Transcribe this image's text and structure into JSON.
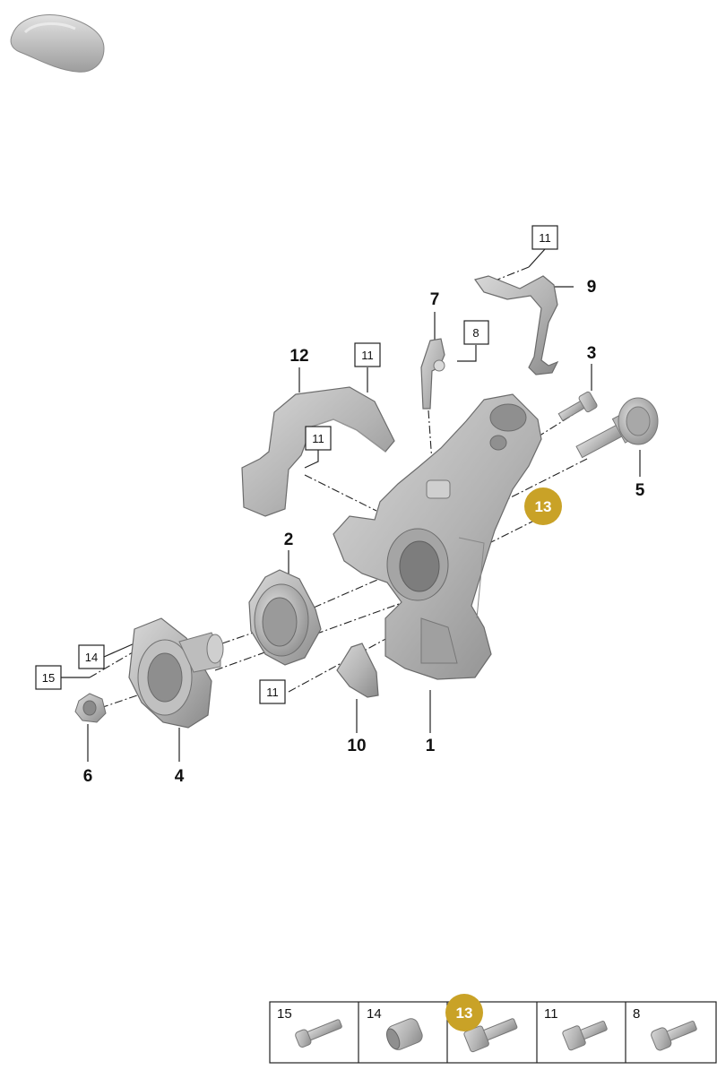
{
  "callouts": {
    "c1": "1",
    "c2": "2",
    "c3": "3",
    "c4": "4",
    "c5": "5",
    "c6": "6",
    "c7": "7",
    "c8": "8",
    "c9": "9",
    "c10": "10",
    "c11": "11",
    "c12": "12",
    "c13": "13",
    "c14": "14",
    "c15": "15"
  },
  "legend": {
    "items": [
      {
        "number": "15",
        "icon": "bolt-with-collar-icon"
      },
      {
        "number": "14",
        "icon": "nut-sleeve-icon"
      },
      {
        "number": "13",
        "icon": "hex-bolt-icon",
        "highlighted": true
      },
      {
        "number": "11",
        "icon": "hex-bolt-short-icon"
      },
      {
        "number": "8",
        "icon": "flanged-bolt-icon"
      }
    ]
  },
  "colors": {
    "highlight_badge": "#C9A227",
    "part_fill": "#B5B5B5",
    "part_shadow": "#8E8E8E",
    "part_light": "#D6D6D6",
    "line": "#222222"
  },
  "icons": {
    "vehicle_thumbnail": "car-thumbnail-icon"
  }
}
